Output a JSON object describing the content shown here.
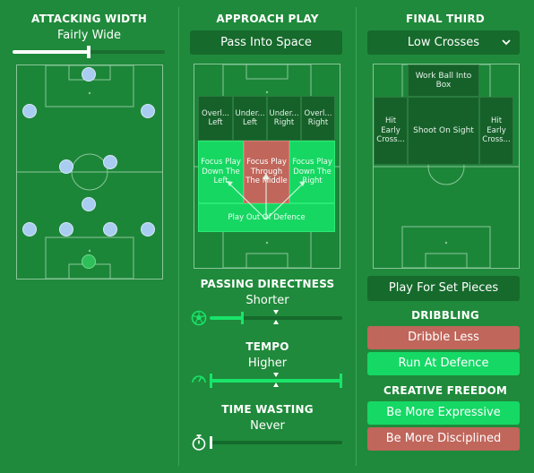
{
  "attacking_width": {
    "title": "ATTACKING WIDTH",
    "value": "Fairly Wide",
    "level_fraction": 0.5
  },
  "approach_play": {
    "title": "APPROACH PLAY",
    "selected_option": "Pass Into Space",
    "zones": {
      "overlap_left": "Overl... Left",
      "underlap_left": "Under... Left",
      "underlap_right": "Under... Right",
      "overlap_right": "Overl... Right",
      "focus_left": "Focus Play Down The Left",
      "focus_middle": "Focus Play Through The Middle",
      "focus_right": "Focus Play Down The Right",
      "play_out_defence": "Play Out Of Defence"
    }
  },
  "passing_directness": {
    "title": "PASSING DIRECTNESS",
    "value": "Shorter",
    "level_fraction": 0.25,
    "icon": "football-icon"
  },
  "tempo": {
    "title": "TEMPO",
    "value": "Higher",
    "level_fraction": 1.0,
    "icon": "speedometer-icon"
  },
  "time_wasting": {
    "title": "TIME WASTING",
    "value": "Never",
    "level_fraction": 0.0,
    "icon": "stopwatch-icon"
  },
  "final_third": {
    "title": "FINAL THIRD",
    "selected_option": "Low Crosses",
    "zones": {
      "work_ball_into_box": "Work Ball Into Box",
      "hit_early_cross_left": "Hit Early Cross...",
      "shoot_on_sight": "Shoot On Sight",
      "hit_early_cross_right": "Hit Early Cross..."
    },
    "set_pieces_button": "Play For Set Pieces"
  },
  "dribbling": {
    "title": "DRIBBLING",
    "options": [
      "Dribble Less",
      "Run At Defence"
    ]
  },
  "creative_freedom": {
    "title": "CREATIVE FREEDOM",
    "options": [
      "Be More Expressive",
      "Be More Disciplined"
    ]
  },
  "colors": {
    "background": "#1f8a3b",
    "accent_green": "#15d865",
    "negative_red": "#c0665b",
    "player_blue": "#a9cdf0",
    "goalkeeper_green": "#2fbf5a"
  }
}
